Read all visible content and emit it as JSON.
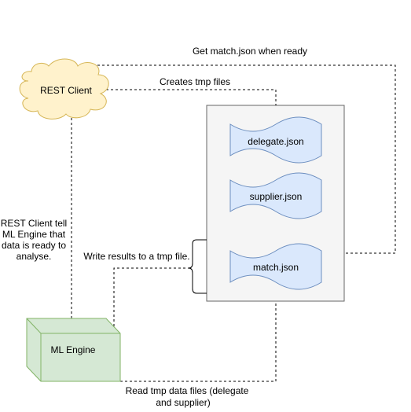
{
  "nodes": {
    "rest_client": {
      "label": "REST Client"
    },
    "ml_engine": {
      "label": "ML Engine"
    },
    "files": [
      {
        "label": "delegate.json"
      },
      {
        "label": "supplier.json"
      },
      {
        "label": "match.json"
      }
    ]
  },
  "edges": {
    "get_match": {
      "label": "Get match.json when ready"
    },
    "creates_tmp": {
      "label": "Creates tmp files"
    },
    "rest_tells": {
      "lines": [
        "REST Client tell",
        "ML Engine that",
        "data is ready to",
        "analyse."
      ]
    },
    "write_results": {
      "label": "Write results to a tmp file."
    },
    "read_tmp": {
      "lines": [
        "Read tmp data files (delegate",
        "and supplier)"
      ]
    }
  },
  "colors": {
    "cloud_fill": "#fff2cc",
    "cloud_stroke": "#d6b656",
    "cube_fill": "#d5e8d4",
    "cube_stroke": "#82b366",
    "doc_fill": "#dae8fc",
    "doc_stroke": "#6c8ebf",
    "container_fill": "#f5f5f5",
    "container_stroke": "#666666"
  }
}
